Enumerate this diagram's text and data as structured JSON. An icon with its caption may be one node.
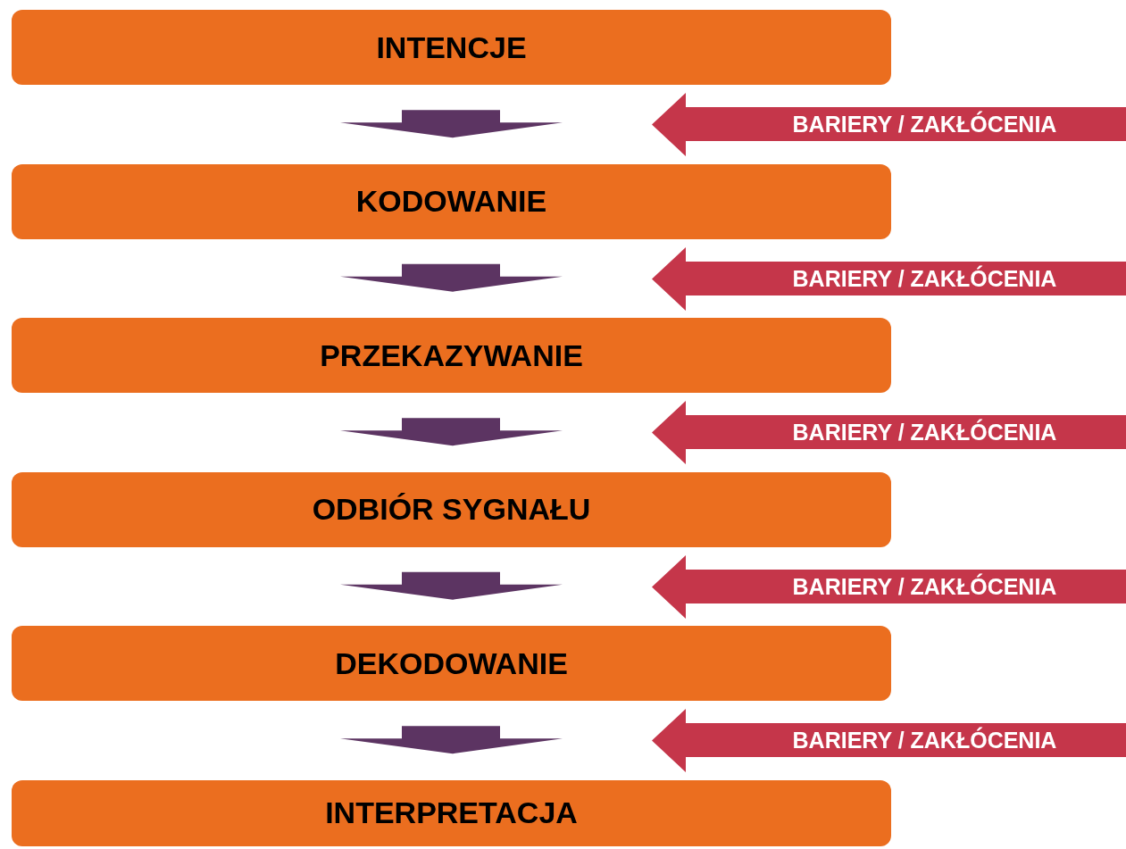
{
  "diagram": {
    "nodes": [
      {
        "text": [
          "INTENCJE"
        ]
      },
      {
        "text": [
          "BARIERY / ZAKŁÓCENIA"
        ]
      },
      {
        "text": [
          "KODOWANIE"
        ]
      },
      {
        "text": [
          "BARIERY / ZAKŁÓCENIA"
        ]
      },
      {
        "text": [
          "PRZEKAZYWANIE"
        ]
      },
      {
        "text": [
          "BARIERY / ZAKŁÓCENIA"
        ]
      },
      {
        "text": [
          "ODBIÓR SYGNAŁU"
        ]
      },
      {
        "text": [
          "BARIERY / ZAKŁÓCENIA"
        ]
      },
      {
        "text": [
          "DEKODOWANIE"
        ]
      },
      {
        "text": [
          "BARIERY / ZAKŁÓCENIA"
        ]
      },
      {
        "text": [
          "INTERPRETACJA"
        ]
      }
    ],
    "edges": [
      {
        "from": 0,
        "to": 2,
        "arrow": "to"
      },
      {
        "from": 2,
        "to": 4,
        "arrow": "to"
      },
      {
        "from": 4,
        "to": 6,
        "arrow": "to"
      },
      {
        "from": 6,
        "to": 8,
        "arrow": "to"
      },
      {
        "from": 8,
        "to": 10,
        "arrow": "to"
      }
    ]
  }
}
